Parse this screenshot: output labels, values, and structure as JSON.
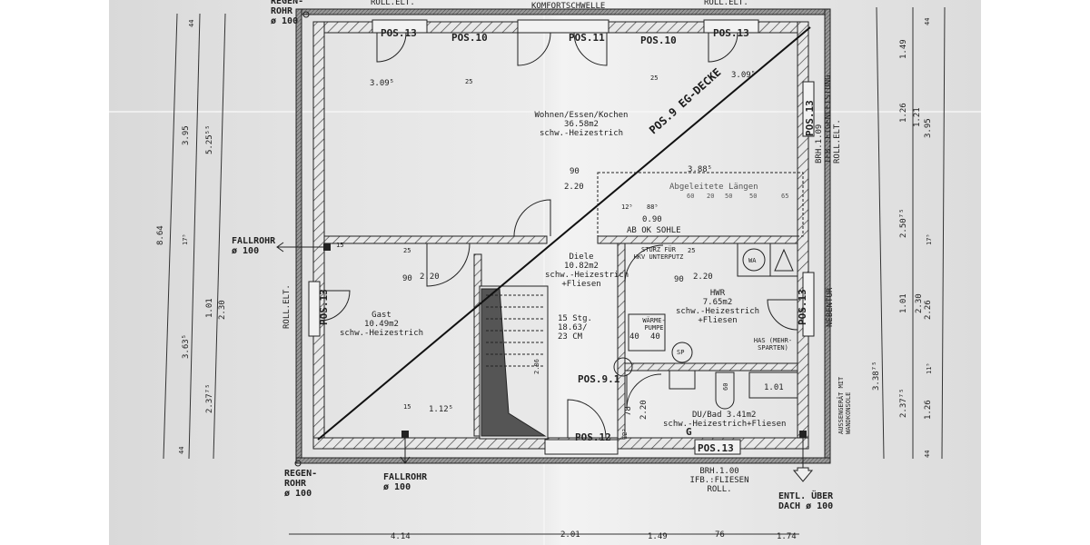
{
  "drawing": {
    "type": "floor_plan",
    "floor_label": "POS.9 EG-DECKE",
    "colors": {
      "paper": "#e6e6e6",
      "ink": "#1b1b1b",
      "wall_hatch": "#555555",
      "stair_fill": "#555555"
    }
  },
  "rooms": [
    {
      "name": "Wohnen/Essen/Kochen",
      "area": "36.58m2",
      "floor": "schw.-Heizestrich",
      "extra": ""
    },
    {
      "name": "Diele",
      "area": "10.82m2",
      "floor": "schw.-Heizestrich",
      "extra": "+Fliesen"
    },
    {
      "name": "Gast",
      "area": "10.49m2",
      "floor": "schw.-Heizestrich",
      "extra": ""
    },
    {
      "name": "HWR",
      "area": "7.65m2",
      "floor": "schw.-Heizestrich",
      "extra": "+Fliesen"
    },
    {
      "name": "DU/Bad 3.41m2",
      "area": "",
      "floor": "schw.-Heizestrich+Fliesen",
      "extra": ""
    }
  ],
  "stairs": {
    "steps": "15 Stg.",
    "rise": "18.63/",
    "tread": "23 CM",
    "length": "2.86"
  },
  "positions": {
    "top": [
      "POS.13",
      "POS.10",
      "POS.11",
      "POS.10",
      "POS.13"
    ],
    "left": "POS.13",
    "right": "POS.13",
    "bottom_door": "POS.12",
    "bottom_window": "POS.13",
    "column": "POS.9.1"
  },
  "annotations": {
    "top_left_drain": [
      "REGEN-",
      "ROHR",
      "ø 100"
    ],
    "top_roll_left": "ROLL.ELT.",
    "top_center": "KOMFORTSCHWELLE",
    "top_roll_right": "ROLL.ELT.",
    "left_fallrohr": [
      "FALLROHR",
      "ø 100"
    ],
    "left_roll": "ROLL.ELT.",
    "bottom_left_drain": [
      "REGEN-",
      "ROHR",
      "ø 100"
    ],
    "bottom_fallrohr": [
      "FALLROHR",
      "ø 100"
    ],
    "bottom_window": [
      "BRH.1.00",
      "IFB.:FLIESEN",
      "ROLL."
    ],
    "bottom_right_vent": [
      "ENTL. ÜBER",
      "DACH ø 100"
    ],
    "right_window": [
      "BRH.1.09",
      "IFB.:EIGENLEISTUNG",
      "ROLL.ELT."
    ],
    "right_door": "NEBENTÜR",
    "outdoor_unit": [
      "AUSSENGERÄT MIT",
      "WANDKONSOLE"
    ],
    "kitchen_label": "Abgeleitete Längen",
    "kitchen_ticks": [
      "60",
      "20",
      "50",
      "50",
      "65"
    ],
    "kitchen_dim": [
      "12⁵",
      "88⁵",
      "0.90",
      "AB OK SOHLE"
    ],
    "hwr_lintel": [
      "STURZ FÜR",
      "HKV UNTERPUTZ"
    ],
    "heatpump": [
      "WÄRME-",
      "PUMPE"
    ],
    "heatpump_dims": [
      "40",
      "40"
    ],
    "appliances": {
      "washer": "WA",
      "storage": "SP",
      "has": [
        "HAS (MEHR-",
        "SPARTEN)"
      ],
      "shower_width": "60",
      "bath_width": "1.01",
      "gas_mark": "G"
    }
  },
  "dimensions": {
    "top_inner_left": "3.09⁵",
    "top_inner_right": "3.09⁵",
    "top_small": [
      "25",
      "25"
    ],
    "diele_door": [
      "90",
      "2.20"
    ],
    "kitchen_width": "3.88⁵",
    "gast_door": [
      "25",
      "90",
      "2.20"
    ],
    "hwr_door": [
      "25",
      "90",
      "2.20"
    ],
    "bad_door": [
      "78",
      "2.20",
      "12⁵"
    ],
    "gast_bottom": [
      "15",
      "1.12⁵"
    ],
    "wall_15": "15",
    "bottom": [
      "4.14",
      "2.01",
      "1.49",
      "76",
      "1.74"
    ],
    "left_chain_outer": [
      "8.64"
    ],
    "left_chain_mid": [
      "44",
      "3.95",
      "17⁵",
      "3.63⁵",
      "44"
    ],
    "left_chain_inner": [
      "5.25⁵⁵",
      "1.01",
      "2.30",
      "2.37⁷⁵"
    ],
    "right_chain_outer": [
      "44",
      "3.95",
      "17⁵",
      "2.26",
      "11⁵",
      "1.26",
      "44"
    ],
    "right_chain_mid": [
      "1.49",
      "1.26",
      "1.21",
      "2.50⁷⁵",
      "1.01",
      "2.30",
      "2.37⁷⁵"
    ],
    "right_chain_inner": [
      "3.38⁷⁵"
    ]
  }
}
